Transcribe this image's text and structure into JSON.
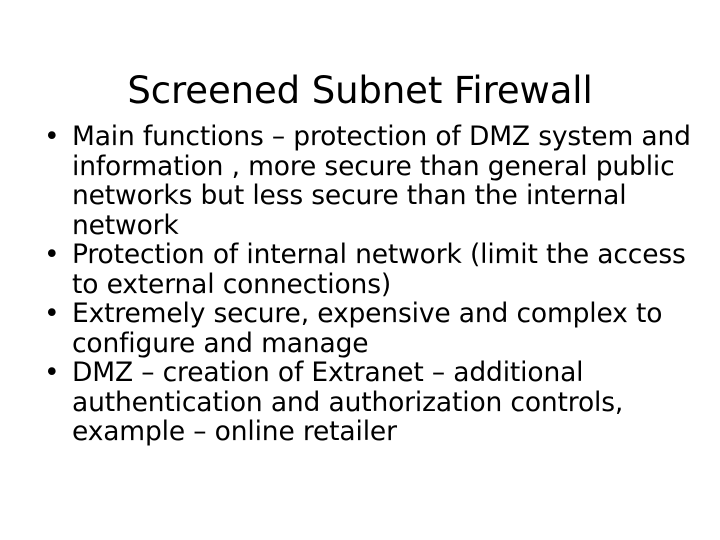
{
  "slide": {
    "title": "Screened Subnet Firewall",
    "background_color": "#ffffff",
    "text_color": "#000000",
    "bullet_glyph": "•",
    "bullets": [
      {
        "marker": "•",
        "text": "Main functions – protection of DMZ system and information , more secure than general public networks but less secure than the internal network"
      },
      {
        "marker": "•",
        "text": "Protection of internal network (limit the access to external connections)"
      },
      {
        "marker": "•",
        "text": "Extremely secure, expensive and complex to configure and manage"
      },
      {
        "marker": "•",
        "text": "DMZ – creation of Extranet – additional authentication and authorization controls, example – online retailer"
      }
    ]
  }
}
